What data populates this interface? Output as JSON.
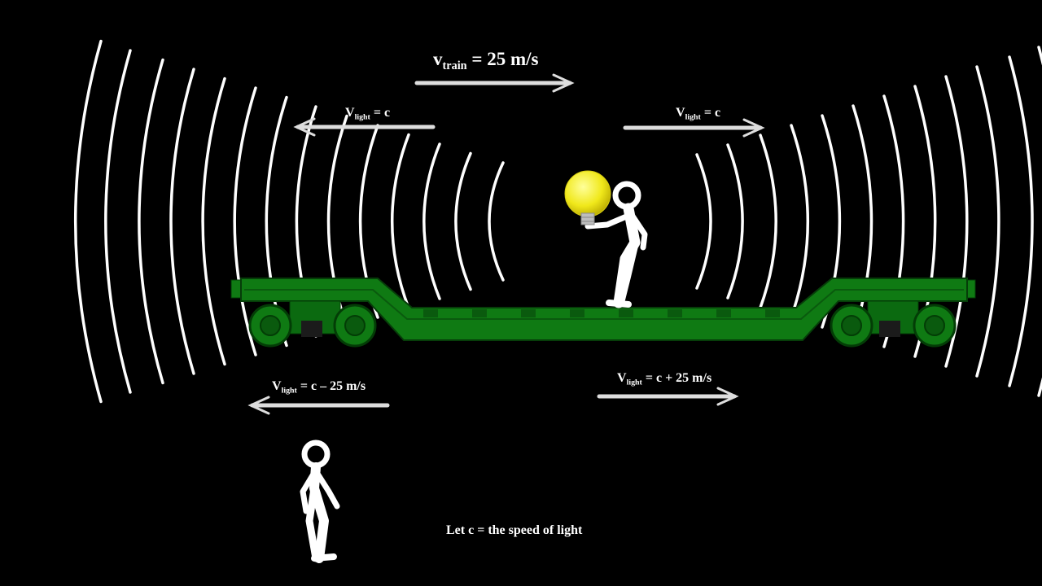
{
  "labels": {
    "train_velocity": {
      "symbol": "v",
      "subscript": "train",
      "rhs": "= 25 m/s"
    },
    "train_light_left": {
      "symbol": "V",
      "subscript": "light",
      "rhs": "= c"
    },
    "train_light_right": {
      "symbol": "V",
      "subscript": "light",
      "rhs": "= c"
    },
    "ground_light_left": {
      "symbol": "V",
      "subscript": "light",
      "rhs": "= c – 25 m/s"
    },
    "ground_light_right": {
      "symbol": "V",
      "subscript": "light",
      "rhs": "= c + 25 m/s"
    },
    "note": "Let c = the speed of light"
  },
  "colors": {
    "background": "#000000",
    "train": "#0f7a13",
    "train_dark": "#085a0c",
    "bulb": "#f4ee1e",
    "wave": "#ffffff",
    "arrow": "#ffffff"
  },
  "icons": [
    "light-bulb-icon",
    "stick-figure-icon",
    "train-car-icon",
    "arrow-icon"
  ]
}
